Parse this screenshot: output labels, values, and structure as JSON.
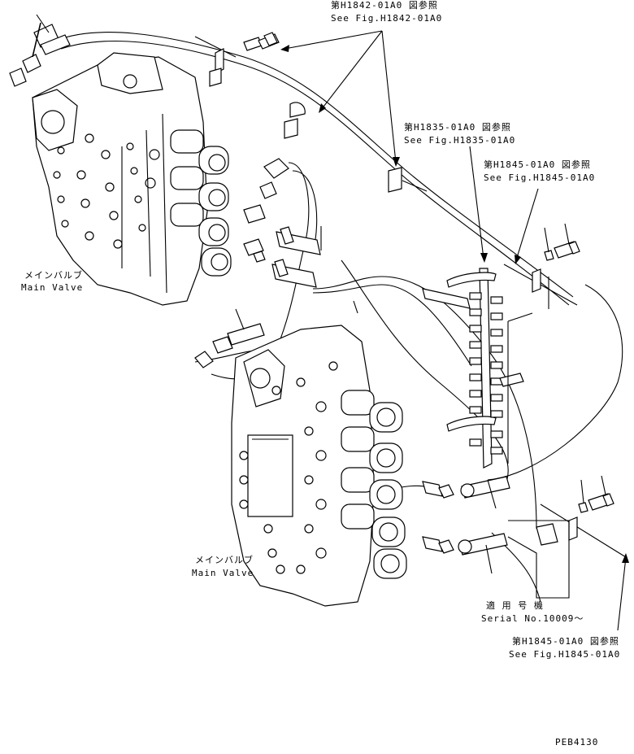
{
  "callouts": {
    "h1842": {
      "jp": "第H1842-01A0 図参照",
      "en": "See Fig.H1842-01A0"
    },
    "h1835": {
      "jp": "第H1835-01A0 図参照",
      "en": "See Fig.H1835-01A0"
    },
    "h1845_top": {
      "jp": "第H1845-01A0 図参照",
      "en": "See Fig.H1845-01A0"
    },
    "h1845_bottom": {
      "jp": "第H1845-01A0 図参照",
      "en": "See Fig.H1845-01A0"
    }
  },
  "main_valve_1": {
    "jp": "メインバルブ",
    "en": "Main Valve"
  },
  "main_valve_2": {
    "jp": "メインバルブ",
    "en": "Main Valve"
  },
  "serial": {
    "jp": "適 用 号 機",
    "en": "Serial No.10009～"
  },
  "drawing_code": "PEB4130"
}
